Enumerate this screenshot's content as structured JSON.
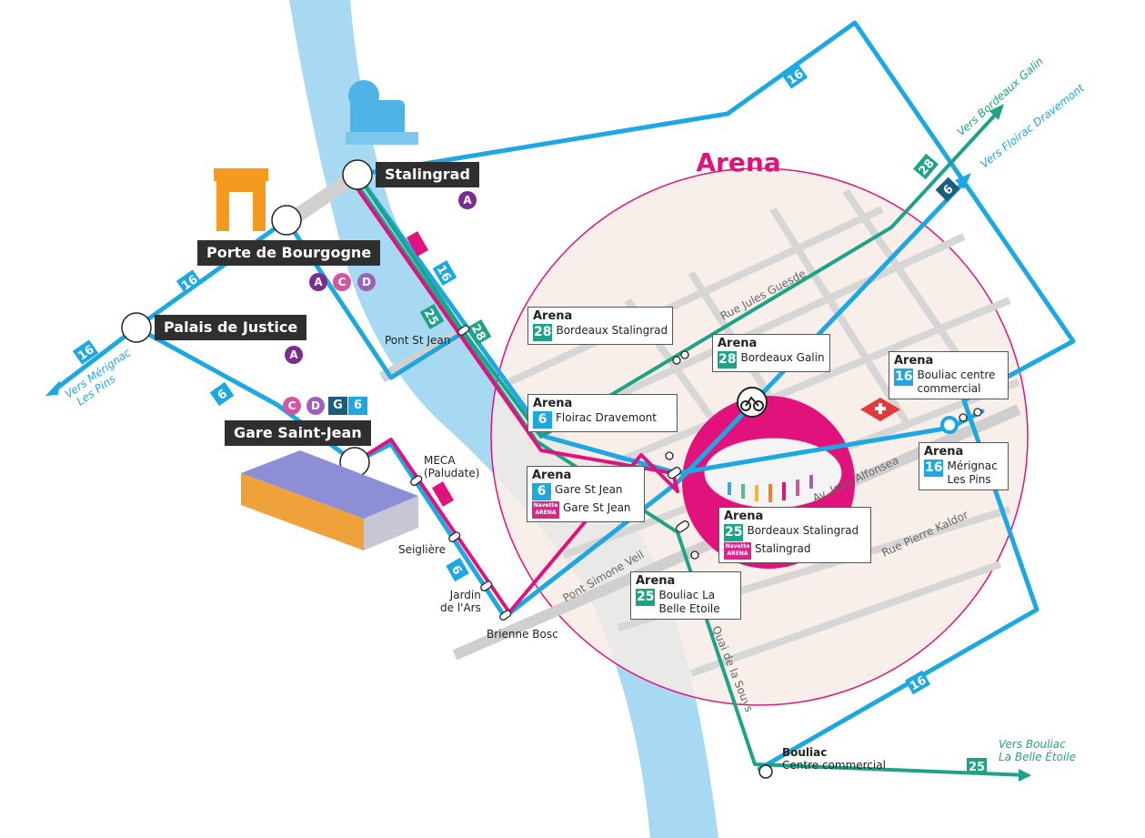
{
  "title": "Arena",
  "colors": {
    "line16_6": "#1ea8e2",
    "line25_28": "#1fa387",
    "navette": "#e2127c",
    "river": "#a8d9f2",
    "arena_zone": "#f7ebe6",
    "tramA": "#7b2d8c",
    "tramC": "#d455a0",
    "tramD": "#9b62b6",
    "tramG": "#1b5d7c"
  },
  "stations": [
    {
      "name": "Stalingrad",
      "trams": [
        "A"
      ]
    },
    {
      "name": "Porte de Bourgogne",
      "trams": [
        "A",
        "C",
        "D"
      ]
    },
    {
      "name": "Palais de Justice",
      "trams": [
        "A"
      ]
    },
    {
      "name": "Gare Saint-Jean",
      "trams": [
        "C",
        "D",
        "G",
        "6"
      ]
    }
  ],
  "stops": {
    "pont_st_jean": "Pont St Jean",
    "meca": [
      "MECA",
      "(Paludate)"
    ],
    "seigliere": "Seiglière",
    "jardin": [
      "Jardin",
      "de l'Ars"
    ],
    "brienne": "Brienne Bosc",
    "bouliac": [
      "Bouliac",
      "Centre commercial"
    ]
  },
  "streets": {
    "jules_guesde": "Rue Jules Guesde",
    "jean_alfonsea": "Av. Jean Alfonsea",
    "pierre_kaldor": "Rue Pierre Kaldor",
    "simone_veil": "Pont Simone Veil",
    "souys": "Quai de la Souys"
  },
  "directions": {
    "merignac": [
      "Vers Mérignac",
      "Les Pins"
    ],
    "galin": "Vers Bordeaux Galin",
    "floirac": "Vers Floirac Dravemont",
    "bouliac": [
      "Vers Bouliac",
      "La Belle Étoile"
    ]
  },
  "route_labels": {
    "r16": "16",
    "r6": "6",
    "r25": "25",
    "r28": "28"
  },
  "navette": "Navette ARENA",
  "arena_stops": [
    {
      "title": "Arena",
      "lines": [
        {
          "route": "28",
          "dest": "Bordeaux Stalingrad"
        }
      ]
    },
    {
      "title": "Arena",
      "lines": [
        {
          "route": "28",
          "dest": "Bordeaux Galin"
        }
      ]
    },
    {
      "title": "Arena",
      "lines": [
        {
          "route": "16",
          "dest": "Bouliac centre commercial"
        }
      ]
    },
    {
      "title": "Arena",
      "lines": [
        {
          "route": "6",
          "dest": "Floirac Dravemont"
        }
      ]
    },
    {
      "title": "Arena",
      "lines": [
        {
          "route": "6",
          "dest": "Gare St Jean"
        },
        {
          "route": "Navette",
          "dest": "Gare St Jean"
        }
      ]
    },
    {
      "title": "Arena",
      "lines": [
        {
          "route": "25",
          "dest": "Bordeaux Stalingrad"
        },
        {
          "route": "Navette",
          "dest": "Stalingrad"
        }
      ]
    },
    {
      "title": "Arena",
      "lines": [
        {
          "route": "25",
          "dest": "Bouliac La Belle Etoile"
        }
      ]
    },
    {
      "title": "Arena",
      "lines": [
        {
          "route": "16",
          "dest": "Mérignac Les Pins"
        }
      ]
    }
  ]
}
